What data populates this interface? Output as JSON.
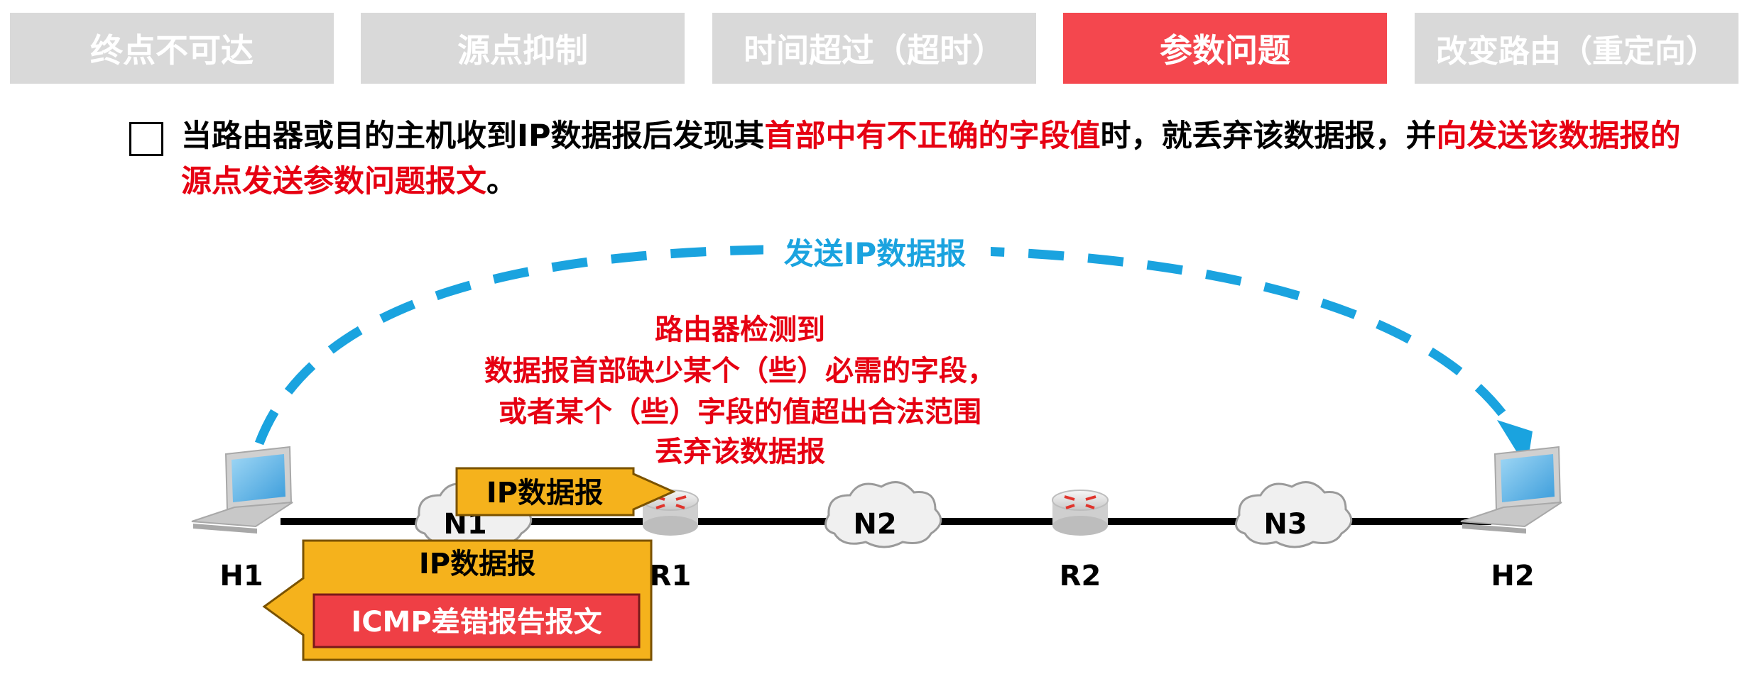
{
  "tabs": [
    {
      "label": "终点不可达"
    },
    {
      "label": "源点抑制"
    },
    {
      "label": "时间超过（超时）"
    },
    {
      "label": "参数问题"
    },
    {
      "label": "改变路由（重定向）"
    }
  ],
  "description": {
    "part1": "当路由器或目的主机收到IP数据报后发现其",
    "part2": "首部中有不正确的字段值",
    "part3": "时，就丢弃该数据报，并",
    "part4": "向发送该数据报的源点发送参数问题报文",
    "part5": "。"
  },
  "diagram": {
    "arc_label": "发送IP数据报",
    "router_note": {
      "line1": "路由器检测到",
      "line2": "数据报首部缺少某个（些）必需的字段，",
      "line3": "或者某个（些）字段的值超出合法范围",
      "line4": "丢弃该数据报"
    },
    "ip_packet_label": "IP数据报",
    "return_packet_label": "IP数据报",
    "icmp_label": "ICMP差错报告报文",
    "nodes": {
      "h1": "H1",
      "h2": "H2",
      "r1": "R1",
      "r2": "R2",
      "n1": "N1",
      "n2": "N2",
      "n3": "N3"
    }
  },
  "colors": {
    "tab_inactive": "#d9d9d9",
    "tab_active": "#f4474e",
    "highlight_red": "#e60012",
    "arc_blue": "#1aa3df",
    "packet_orange": "#f5b21c",
    "icmp_red": "#ef3f45"
  }
}
